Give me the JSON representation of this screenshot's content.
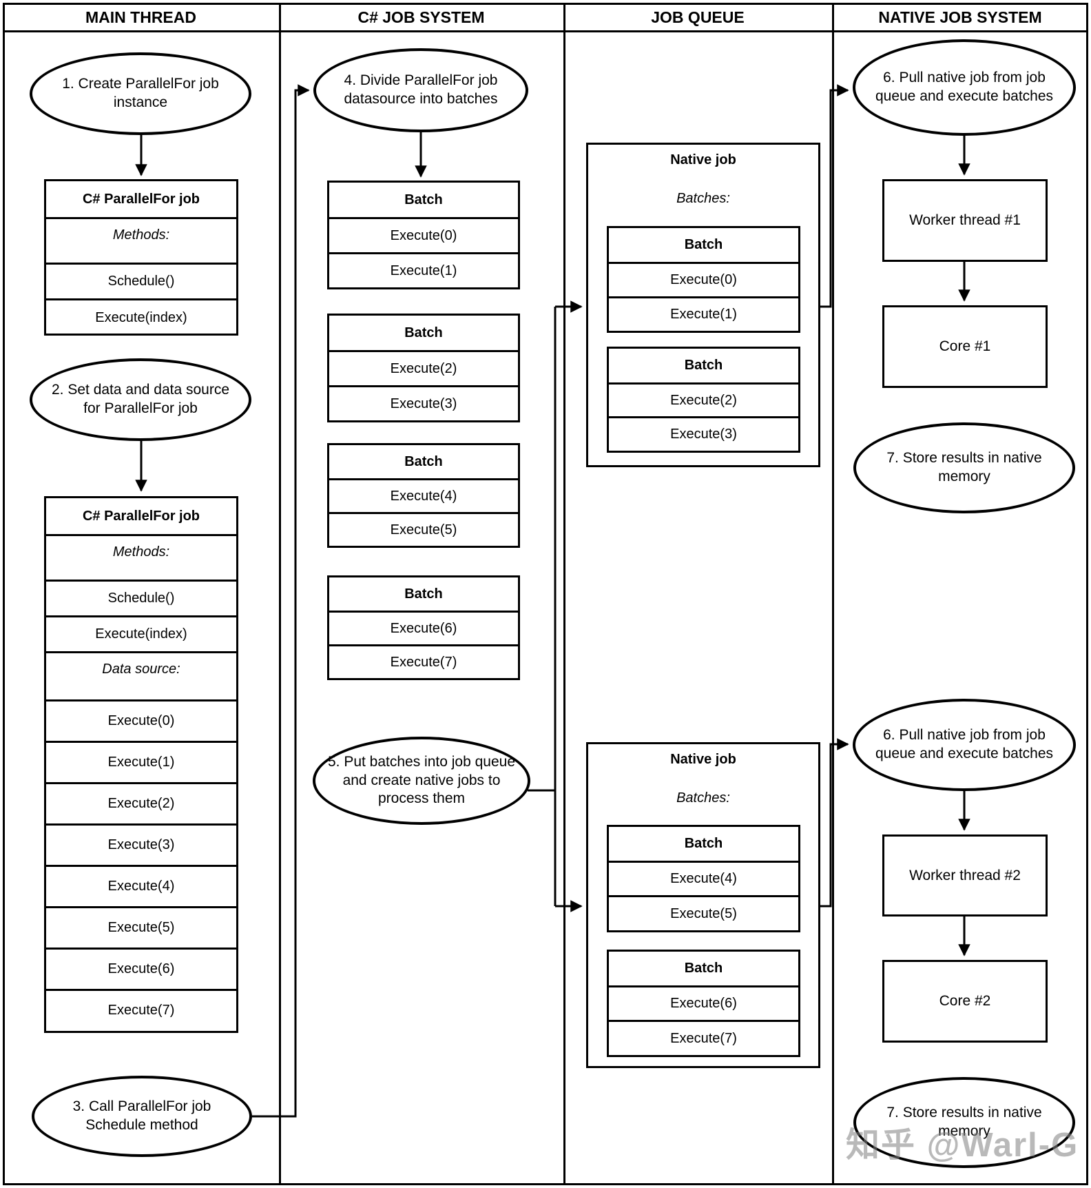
{
  "colors": {
    "line": "#000000",
    "background": "#ffffff",
    "watermark_gray": "#808080"
  },
  "headers": {
    "col1": "MAIN THREAD",
    "col2": "C# JOB SYSTEM",
    "col3": "JOB QUEUE",
    "col4": "NATIVE JOB SYSTEM"
  },
  "main_thread": {
    "step1": "1. Create ParallelFor job instance",
    "table1": {
      "title": "C# ParallelFor job",
      "methods_label": "Methods:",
      "schedule": "Schedule()",
      "execute_index": "Execute(index)"
    },
    "step2": "2. Set data and data source for ParallelFor job",
    "table2": {
      "title": "C# ParallelFor job",
      "methods_label": "Methods:",
      "schedule": "Schedule()",
      "execute_index": "Execute(index)",
      "datasource_label": "Data source:",
      "executes": [
        "Execute(0)",
        "Execute(1)",
        "Execute(2)",
        "Execute(3)",
        "Execute(4)",
        "Execute(5)",
        "Execute(6)",
        "Execute(7)"
      ]
    },
    "step3": "3. Call ParallelFor job Schedule method"
  },
  "cs_job_system": {
    "step4": "4. Divide ParallelFor job datasource into batches",
    "batches": [
      {
        "title": "Batch",
        "items": [
          "Execute(0)",
          "Execute(1)"
        ]
      },
      {
        "title": "Batch",
        "items": [
          "Execute(2)",
          "Execute(3)"
        ]
      },
      {
        "title": "Batch",
        "items": [
          "Execute(4)",
          "Execute(5)"
        ]
      },
      {
        "title": "Batch",
        "items": [
          "Execute(6)",
          "Execute(7)"
        ]
      }
    ],
    "step5": "5. Put batches into job queue and create native jobs to process them"
  },
  "job_queue": {
    "native_jobs": [
      {
        "title": "Native job",
        "batches_label": "Batches:",
        "batches": [
          {
            "title": "Batch",
            "items": [
              "Execute(0)",
              "Execute(1)"
            ]
          },
          {
            "title": "Batch",
            "items": [
              "Execute(2)",
              "Execute(3)"
            ]
          }
        ]
      },
      {
        "title": "Native job",
        "batches_label": "Batches:",
        "batches": [
          {
            "title": "Batch",
            "items": [
              "Execute(4)",
              "Execute(5)"
            ]
          },
          {
            "title": "Batch",
            "items": [
              "Execute(6)",
              "Execute(7)"
            ]
          }
        ]
      }
    ]
  },
  "native_job_system": {
    "sections": [
      {
        "step6": "6. Pull native job from job queue and execute batches",
        "worker": "Worker thread #1",
        "core": "Core #1",
        "step7": "7. Store results in native memory"
      },
      {
        "step6": "6. Pull native job from job queue and execute batches",
        "worker": "Worker thread #2",
        "core": "Core #2",
        "step7": "7. Store results in native memory"
      }
    ]
  },
  "watermark": "知乎 @Warl-G"
}
